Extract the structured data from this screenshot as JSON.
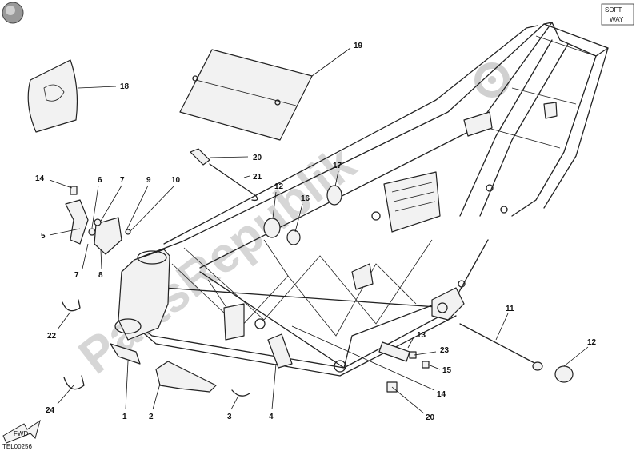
{
  "watermark": "PartsRepublik",
  "diagram_code": "TEL00256",
  "fwd_label": "FWD",
  "brand_badge": [
    "SOFT",
    "WAY"
  ],
  "callouts": {
    "c1": "1",
    "c2": "2",
    "c3": "3",
    "c4": "4",
    "c5": "5",
    "c6": "6",
    "c7a": "7",
    "c7b": "7",
    "c8": "8",
    "c9": "9",
    "c10": "10",
    "c11": "11",
    "c12a": "12",
    "c12b": "12",
    "c13": "13",
    "c14a": "14",
    "c14b": "14",
    "c15": "15",
    "c16": "16",
    "c17": "17",
    "c18": "18",
    "c19": "19",
    "c20a": "20",
    "c20b": "20",
    "c21": "21",
    "c22": "22",
    "c23": "23",
    "c24": "24"
  }
}
